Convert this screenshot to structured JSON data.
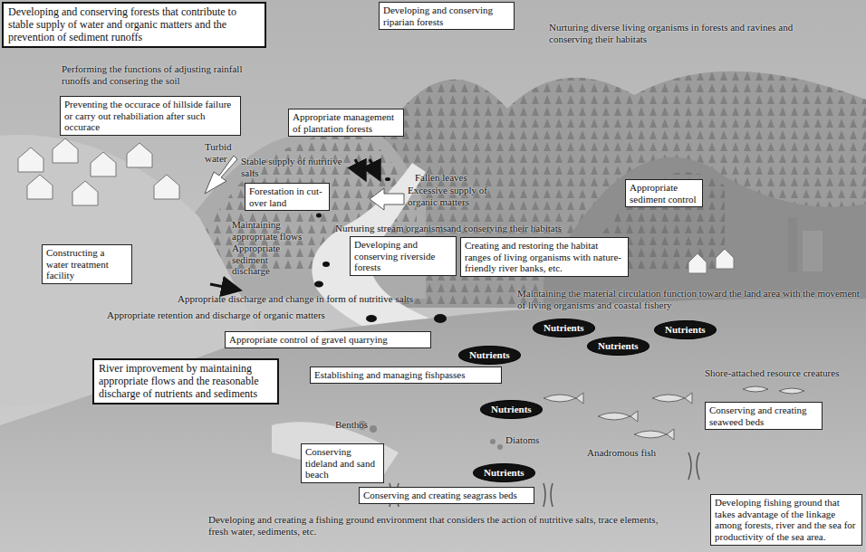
{
  "diagram": {
    "nodes": [
      {
        "text": [
          "Developing and conserving forests that contribute to stable supply of water and organic matters and the prevention of sediment runoffs"
        ]
      },
      {
        "text": [
          "Developing and conserving riparian forests"
        ]
      },
      {
        "text": [
          "Preventing the occurace of hillside failure or carry out rehabiliation after such occurace"
        ]
      },
      {
        "text": [
          "Appropriate management of plantation forests"
        ]
      },
      {
        "text": [
          "Forestation in cut-over land"
        ]
      },
      {
        "text": [
          "Appropriate sediment control"
        ]
      },
      {
        "text": [
          "Developing and conserving riverside forests"
        ]
      },
      {
        "text": [
          "Creating and restoring the habitat ranges of living organisms with nature-friendly river banks, etc."
        ]
      },
      {
        "text": [
          "Constructing a water treatment facility"
        ]
      },
      {
        "text": [
          "Nutrients"
        ]
      },
      {
        "text": [
          "Nutrients"
        ]
      },
      {
        "text": [
          "Nutrients"
        ]
      },
      {
        "text": [
          "Appropriate control of gravel quarrying"
        ]
      },
      {
        "text": [
          "Nutrients"
        ]
      },
      {
        "text": [
          "River improvement by maintaining appropriate flows and the reasonable discharge of nutrients and sediments"
        ]
      },
      {
        "text": [
          "Establishing and managing fishpasses"
        ]
      },
      {
        "text": [
          "Conserving and creating seaweed beds"
        ]
      },
      {
        "text": [
          "Nutrients"
        ]
      },
      {
        "text": [
          "Conserving tideland and sand beach"
        ]
      },
      {
        "text": [
          "Nutrients"
        ]
      },
      {
        "text": [
          "Conserving and creating seagrass beds"
        ]
      },
      {
        "text": [
          "Developing fishing ground that takes advantage of the linkage among forests, river and the sea for productivity of the sea area."
        ]
      }
    ],
    "labels": [
      "Performing the functions of adjusting rainfall runoffs and consering the soil",
      "Nurturing diverse living organisms in forests and ravines and conserving their habitats",
      "Turbid water",
      "Stable supply of nutritive salts",
      "Fallen leaves",
      "Excessive supply of organic matters",
      "Maintaining appropriate flows",
      "Appropriate sediment discharge",
      "Nurturing stream organismsand conserving their habitats",
      "Appropriate discharge and change in form of nutritive salts",
      "Appropriate retention and discharge of organic matters",
      "Maintaining the material circulation function toward the land area with the movement of living organisms and coastal fishery",
      "Shore-attached resource creatures",
      "Benthos",
      "Diatoms",
      "Anadromous fish",
      "Developing and creating a fishing ground environment that considers the action of nutritive salts, trace elements, fresh water, sediments, etc."
    ]
  }
}
